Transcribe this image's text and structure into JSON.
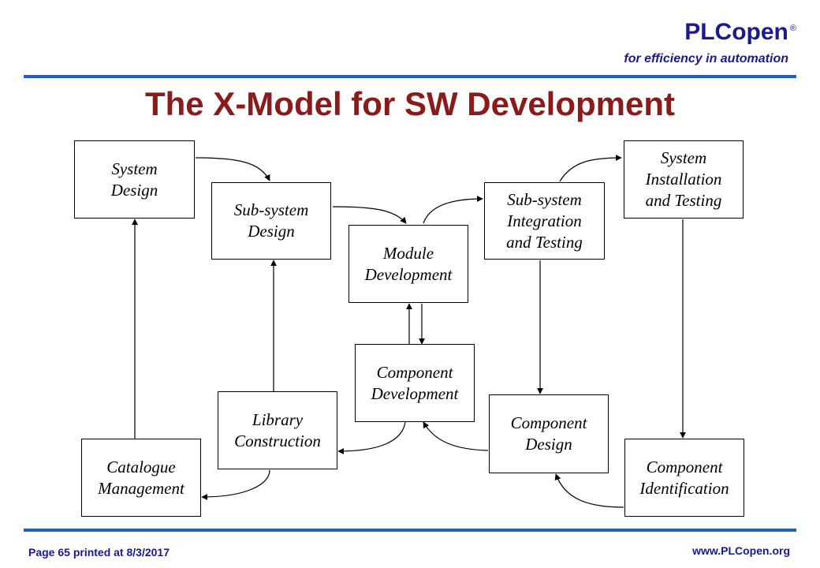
{
  "header": {
    "brand": "PLCopen",
    "registered_mark": "®",
    "tagline": "for efficiency in automation"
  },
  "title": "The X-Model for SW Development",
  "diagram": {
    "boxes": {
      "system_design": "System\nDesign",
      "subsystem_design": "Sub-system\nDesign",
      "module_development": "Module\nDevelopment",
      "subsystem_integration": "Sub-system\nIntegration\nand Testing",
      "system_installation": "System\nInstallation\nand Testing",
      "component_development": "Component\nDevelopment",
      "library_construction": "Library\nConstruction",
      "component_design": "Component\nDesign",
      "catalogue_management": "Catalogue\nManagement",
      "component_identification": "Component\nIdentification"
    }
  },
  "footer": {
    "page_label": "Page  65  printed at 8/3/2017",
    "url": "www.PLCopen.org"
  },
  "colors": {
    "brand_blue": "#1a1a8c",
    "rule_blue": "#1f5fbf",
    "title_red": "#8b1a1a"
  }
}
